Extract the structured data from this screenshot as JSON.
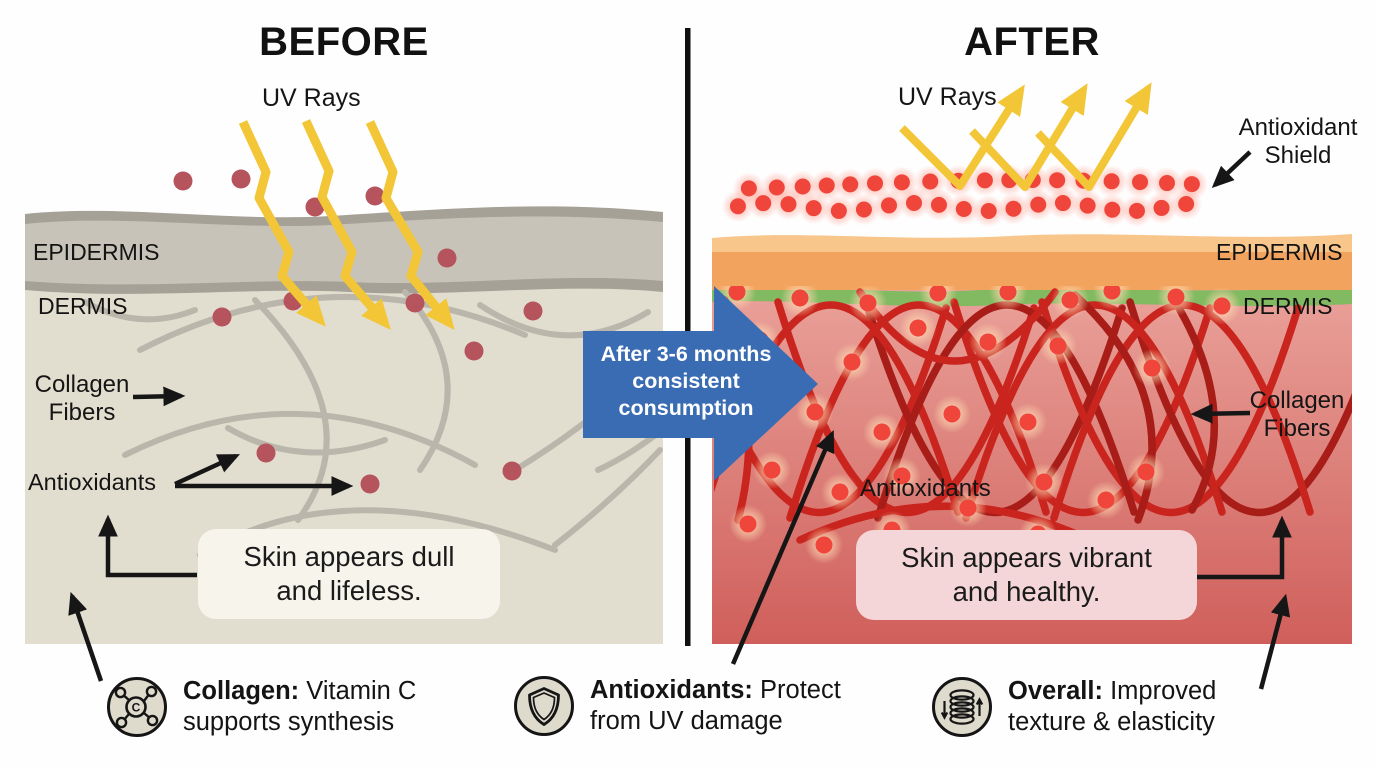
{
  "titles": {
    "before": "BEFORE",
    "after": "AFTER"
  },
  "before_panel": {
    "uv_rays": "UV Rays",
    "epidermis": "EPIDERMIS",
    "dermis": "DERMIS",
    "collagen_line1": "Collagen",
    "collagen_line2": "Fibers",
    "antioxidants": "Antioxidants",
    "caption_line1": "Skin appears dull",
    "caption_line2": "and lifeless."
  },
  "after_panel": {
    "uv_rays": "UV Rays",
    "shield_line1": "Antioxidant",
    "shield_line2": "Shield",
    "epidermis": "EPIDERMIS",
    "dermis": "DERMIS",
    "collagen_line1": "Collagen",
    "collagen_line2": "Fibers",
    "antioxidants": "Antioxidants",
    "caption_line1": "Skin appears vibrant",
    "caption_line2": "and healthy."
  },
  "transition_arrow": {
    "line1": "After 3-6 months",
    "line2": "consistent",
    "line3": "consumption"
  },
  "legend": {
    "items": [
      {
        "icon": "vitamin-c-molecule-icon",
        "term": "Collagen:",
        "desc1": "Vitamin C",
        "desc2": "supports synthesis"
      },
      {
        "icon": "shield-icon",
        "term": "Antioxidants:",
        "desc1": "Protect",
        "desc2": "from UV damage"
      },
      {
        "icon": "elasticity-spring-icon",
        "term": "Overall:",
        "desc1": "Improved",
        "desc2": "texture & elasticity"
      }
    ]
  },
  "colors": {
    "uv_yellow": "#f2c636",
    "dull_antioxidant_red": "#b5545c",
    "bright_antioxidant_red": "#f0453a",
    "collagen_gray": "#bab6ab",
    "collagen_red": "#c9241d",
    "epidermis_before": "#c7c3b8",
    "dermis_before": "#e2decf",
    "epidermis_after": "#f2a45e",
    "green_layer": "#82ba61",
    "dermis_after_top": "#eba69e",
    "dermis_after_bottom": "#d05f5b",
    "transition_blue": "#3a6cb4",
    "annotation_black": "#161616",
    "caption_bg_before": "#f7f4ec",
    "caption_bg_after": "#f5d6d8"
  }
}
